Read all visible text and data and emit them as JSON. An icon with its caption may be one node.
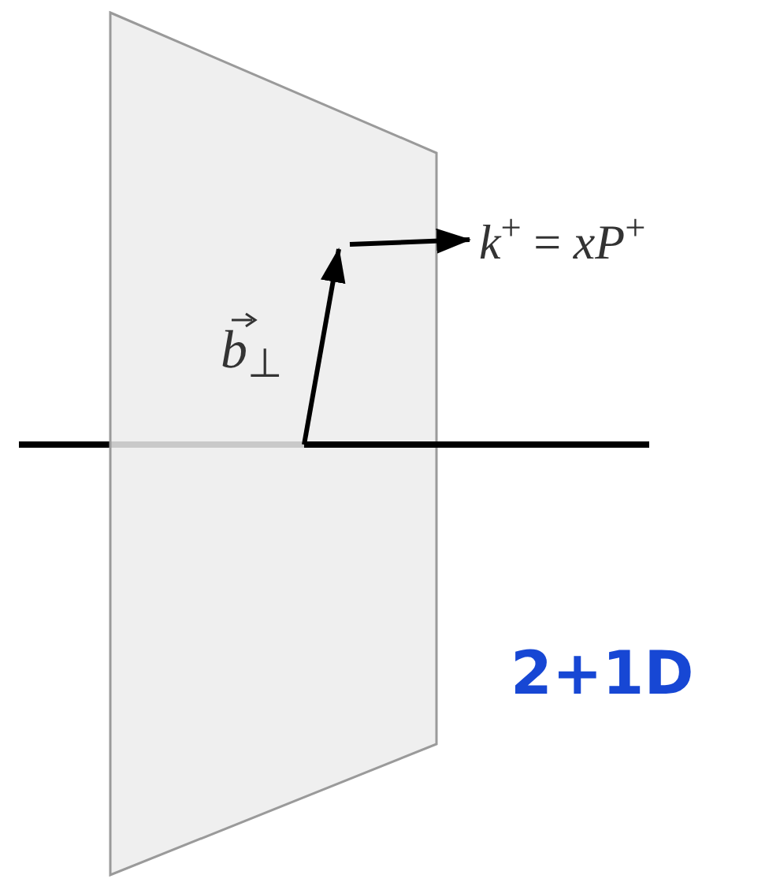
{
  "diagram": {
    "labels": [
      "*b*$_{⊥}$",
      "*k*$^{+}$ = *xP*$^{+}$",
      "2+1D"
    ]
  }
}
